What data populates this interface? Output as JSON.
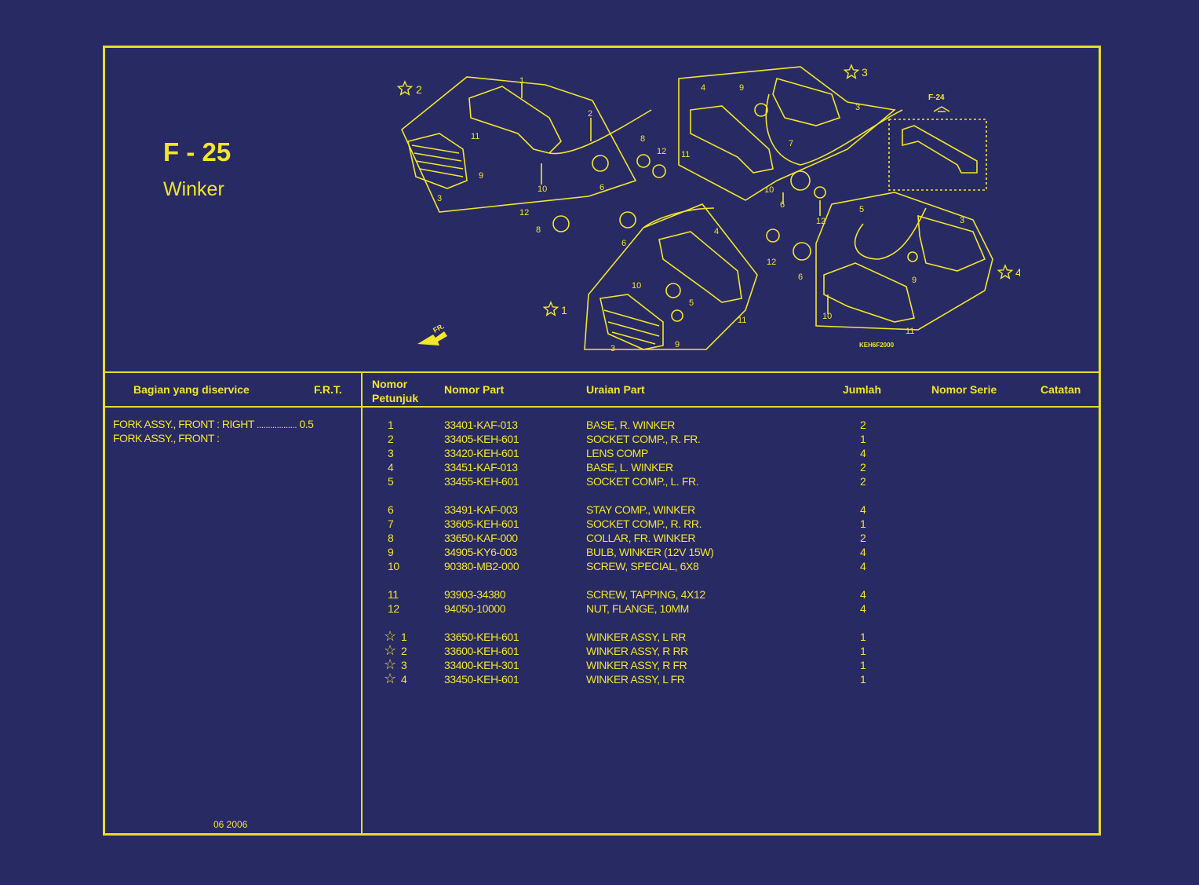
{
  "page": {
    "code": "F - 25",
    "name": "Winker",
    "date": "06 2006",
    "diagram_ref": "F-24",
    "diagram_code": "KEH6F2000",
    "diagram_fr": "FR."
  },
  "headers": {
    "bagian": "Bagian yang diservice",
    "frt": "F.R.T.",
    "nomor": "Nomor",
    "petunjuk": "Petunjuk",
    "nomor_part": "Nomor Part",
    "uraian_part": "Uraian Part",
    "jumlah": "Jumlah",
    "nomor_serie": "Nomor Serie",
    "catatan": "Catatan"
  },
  "service": [
    {
      "name": "FORK ASSY., FRONT : RIGHT",
      "dots": "..................",
      "frt": "0.5"
    },
    {
      "name": "FORK ASSY., FRONT :",
      "dots": "",
      "frt": ""
    }
  ],
  "parts": [
    {
      "ref": "1",
      "part": "33401-KAF-013",
      "desc": "BASE, R. WINKER",
      "qty": "2",
      "star": false
    },
    {
      "ref": "2",
      "part": "33405-KEH-601",
      "desc": "SOCKET COMP., R. FR.",
      "qty": "1",
      "star": false
    },
    {
      "ref": "3",
      "part": "33420-KEH-601",
      "desc": "LENS COMP",
      "qty": "4",
      "star": false
    },
    {
      "ref": "4",
      "part": "33451-KAF-013",
      "desc": "BASE, L. WINKER",
      "qty": "2",
      "star": false
    },
    {
      "ref": "5",
      "part": "33455-KEH-601",
      "desc": "SOCKET COMP., L. FR.",
      "qty": "2",
      "star": false
    },
    {
      "ref": "6",
      "part": "33491-KAF-003",
      "desc": "STAY COMP., WINKER",
      "qty": "4",
      "star": false
    },
    {
      "ref": "7",
      "part": "33605-KEH-601",
      "desc": "SOCKET COMP., R. RR.",
      "qty": "1",
      "star": false
    },
    {
      "ref": "8",
      "part": "33650-KAF-000",
      "desc": "COLLAR, FR. WINKER",
      "qty": "2",
      "star": false
    },
    {
      "ref": "9",
      "part": "34905-KY6-003",
      "desc": "BULB, WINKER (12V 15W)",
      "qty": "4",
      "star": false
    },
    {
      "ref": "10",
      "part": "90380-MB2-000",
      "desc": "SCREW, SPECIAL, 6X8",
      "qty": "4",
      "star": false
    },
    {
      "ref": "11",
      "part": "93903-34380",
      "desc": "SCREW, TAPPING, 4X12",
      "qty": "4",
      "star": false
    },
    {
      "ref": "12",
      "part": "94050-10000",
      "desc": "NUT, FLANGE, 10MM",
      "qty": "4",
      "star": false
    },
    {
      "ref": "1",
      "part": "33650-KEH-601",
      "desc": "WINKER ASSY, L RR",
      "qty": "1",
      "star": true
    },
    {
      "ref": "2",
      "part": "33600-KEH-601",
      "desc": "WINKER ASSY, R RR",
      "qty": "1",
      "star": true
    },
    {
      "ref": "3",
      "part": "33400-KEH-301",
      "desc": "WINKER ASSY, R FR",
      "qty": "1",
      "star": true
    },
    {
      "ref": "4",
      "part": "33450-KEH-601",
      "desc": "WINKER ASSY, L FR",
      "qty": "1",
      "star": true
    }
  ],
  "colors": {
    "background": "#282a64",
    "ink": "#f2e62a"
  },
  "icons": {
    "star": "star-outline-icon",
    "arrow": "front-arrow-icon"
  }
}
